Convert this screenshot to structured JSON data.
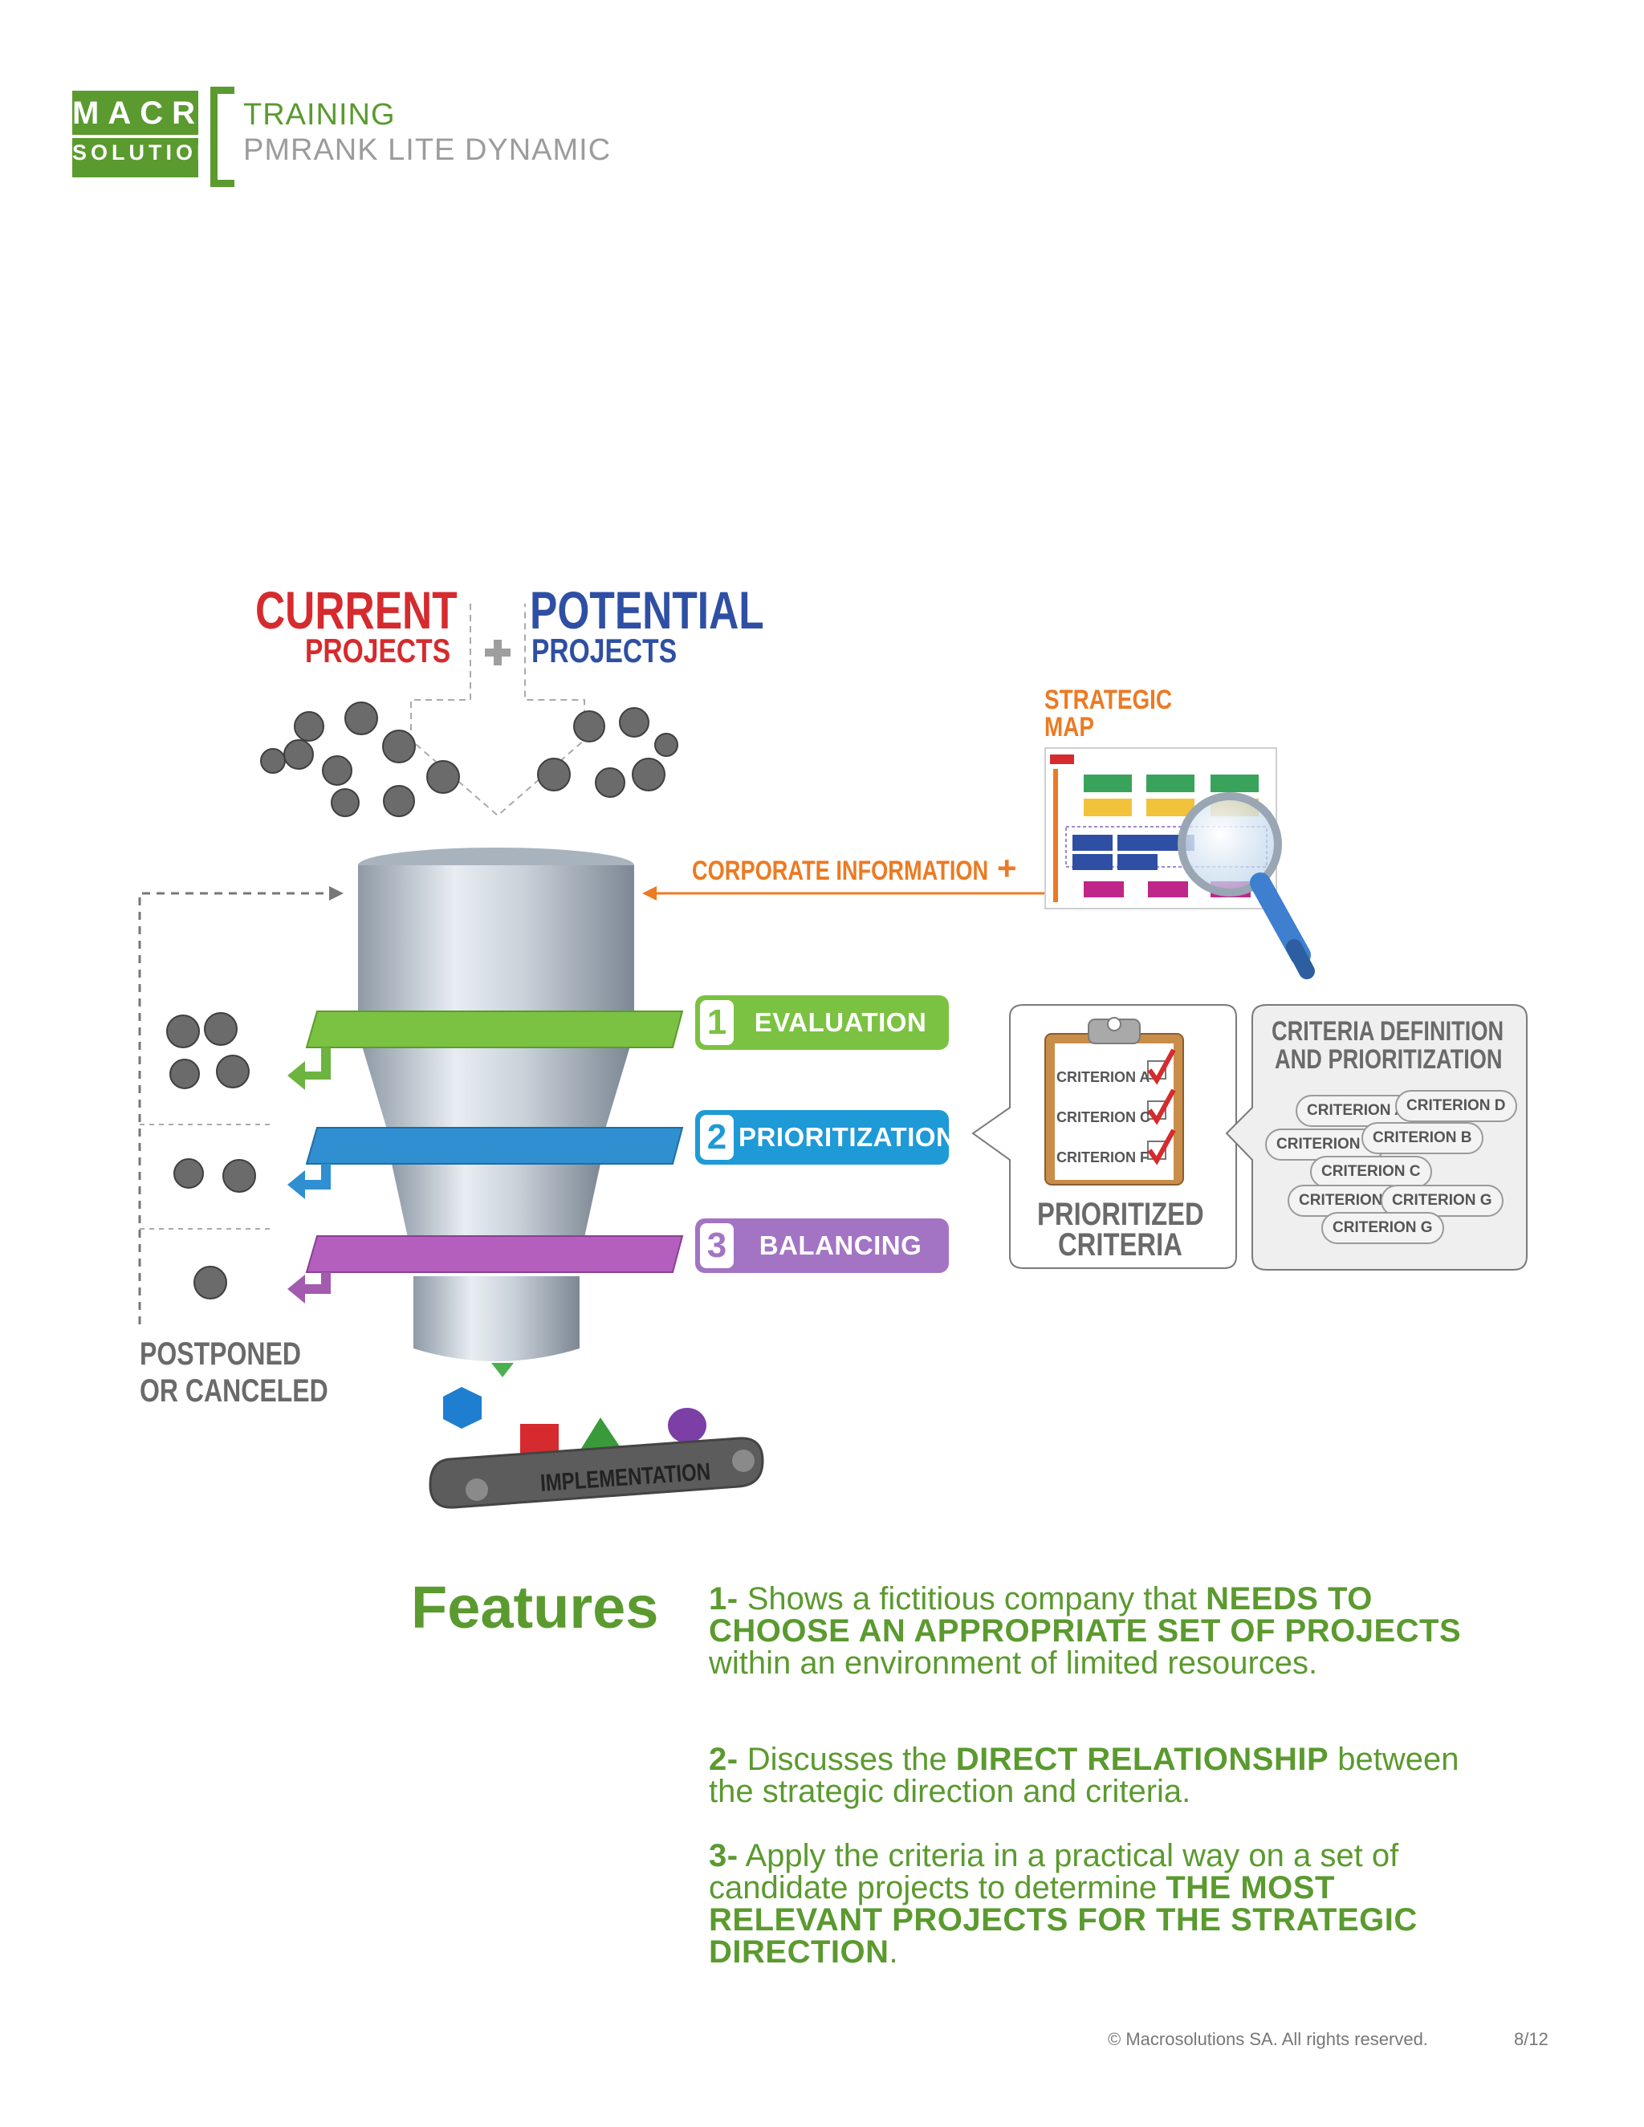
{
  "header": {
    "logo_line1": "MACRO",
    "logo_line2": "SOLUTIONS",
    "title": "TRAINING",
    "subtitle": "PMRANK LITE DYNAMIC"
  },
  "diagram": {
    "current_big": "CURRENT",
    "current_small": "PROJECTS",
    "plus": "+",
    "potential_big": "POTENTIAL",
    "potential_small": "PROJECTS",
    "strategic_map_1": "STRATEGIC",
    "strategic_map_2": "MAP",
    "corporate_info": "CORPORATE INFORMATION",
    "corporate_plus": "+",
    "steps": [
      {
        "num": "1",
        "label": "EVALUATION",
        "color": "#7cc242"
      },
      {
        "num": "2",
        "label": "PRIORITIZATION",
        "color": "#1e9ad6"
      },
      {
        "num": "3",
        "label": "BALANCING",
        "color": "#a374c4"
      }
    ],
    "clipboard_items": [
      "CRITERION A",
      "CRITERION C",
      "CRITERION F"
    ],
    "prioritized_1": "PRIORITIZED",
    "prioritized_2": "CRITERIA",
    "criteria_def_1": "CRITERIA DEFINITION",
    "criteria_def_2": "AND PRIORITIZATION",
    "criteria_pills": [
      "CRITERION A",
      "CRITERION D",
      "CRITERION E",
      "CRITERION B",
      "CRITERION C",
      "CRITERION F",
      "CRITERION G",
      "CRITERION G"
    ],
    "postponed_1": "POSTPONED",
    "postponed_2": "OR CANCELED",
    "implementation": "IMPLEMENTATION"
  },
  "features": {
    "heading": "Features",
    "p1_num": "1-",
    "p1_a": " Shows a fictitious company that ",
    "p1_b": "NEEDS TO CHOOSE AN APPROPRIATE SET OF PROJECTS",
    "p1_c": " within an environment of limited resources.",
    "p2_num": "2-",
    "p2_a": " Discusses the ",
    "p2_b": "DIRECT RELATIONSHIP",
    "p2_c": " between the strategic direction and criteria.",
    "p3_num": "3-",
    "p3_a": " Apply the criteria in a practical way on a set of candidate projects to determine ",
    "p3_b": "THE MOST RELEVANT PROJECTS FOR THE STRATEGIC DIRECTION",
    "p3_c": "."
  },
  "footer": {
    "copyright": "© Macrosolutions SA. All rights reserved.",
    "page": "8/12"
  },
  "colors": {
    "brand_green": "#5b9a2f",
    "red": "#d52b2e",
    "blue": "#2e4fa3",
    "orange": "#ec7a23"
  }
}
